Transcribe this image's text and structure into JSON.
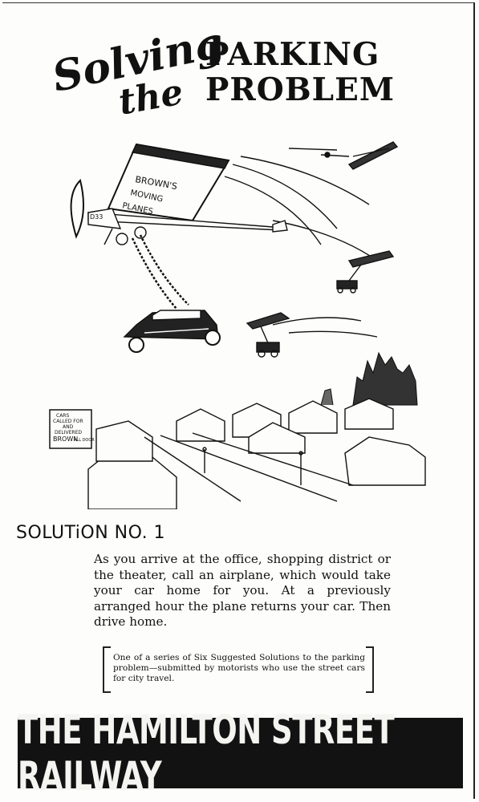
{
  "title": {
    "script_line1": "Solving",
    "script_line2": "the",
    "bold_line1": "PARKING",
    "bold_line2": "PROBLEM"
  },
  "illustration": {
    "plane_wing_lettering": [
      "BROWN'S",
      "MOVING",
      "PLANES"
    ],
    "plane_tail_number": "D33",
    "billboard_lines": [
      "CARS",
      "CALLED FOR",
      "AND",
      "DELIVERED",
      "BROWN",
      "ALL DOOR"
    ]
  },
  "solution": {
    "heading": "SOLUTiON NO. 1",
    "body": "As you arrive at the office, shopping district or the theater, call an airplane, which would take your car home for you. At a previously arranged hour the plane returns your car. Then drive home."
  },
  "note": {
    "text": "One of a series of Six Suggested Solutions to the parking problem—submitted by motorists who use the street cars for city travel."
  },
  "footer": {
    "text": "THE HAMILTON STREET RAILWAY"
  }
}
